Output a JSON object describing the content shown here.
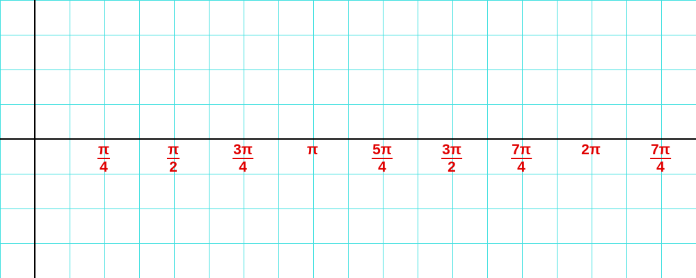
{
  "colors": {
    "grid": "#40e0e0",
    "axes": "#000000",
    "labels": "#e00000",
    "background": "#ffffff"
  },
  "axis_labels": [
    {
      "num": "π",
      "den": "4"
    },
    {
      "num": "π",
      "den": "2"
    },
    {
      "num": "3π",
      "den": "4"
    },
    {
      "num": "π",
      "den": ""
    },
    {
      "num": "5π",
      "den": "4"
    },
    {
      "num": "3π",
      "den": "2"
    },
    {
      "num": "7π",
      "den": "4"
    },
    {
      "num": "2π",
      "den": ""
    },
    {
      "num": "7π",
      "den": "4"
    }
  ]
}
